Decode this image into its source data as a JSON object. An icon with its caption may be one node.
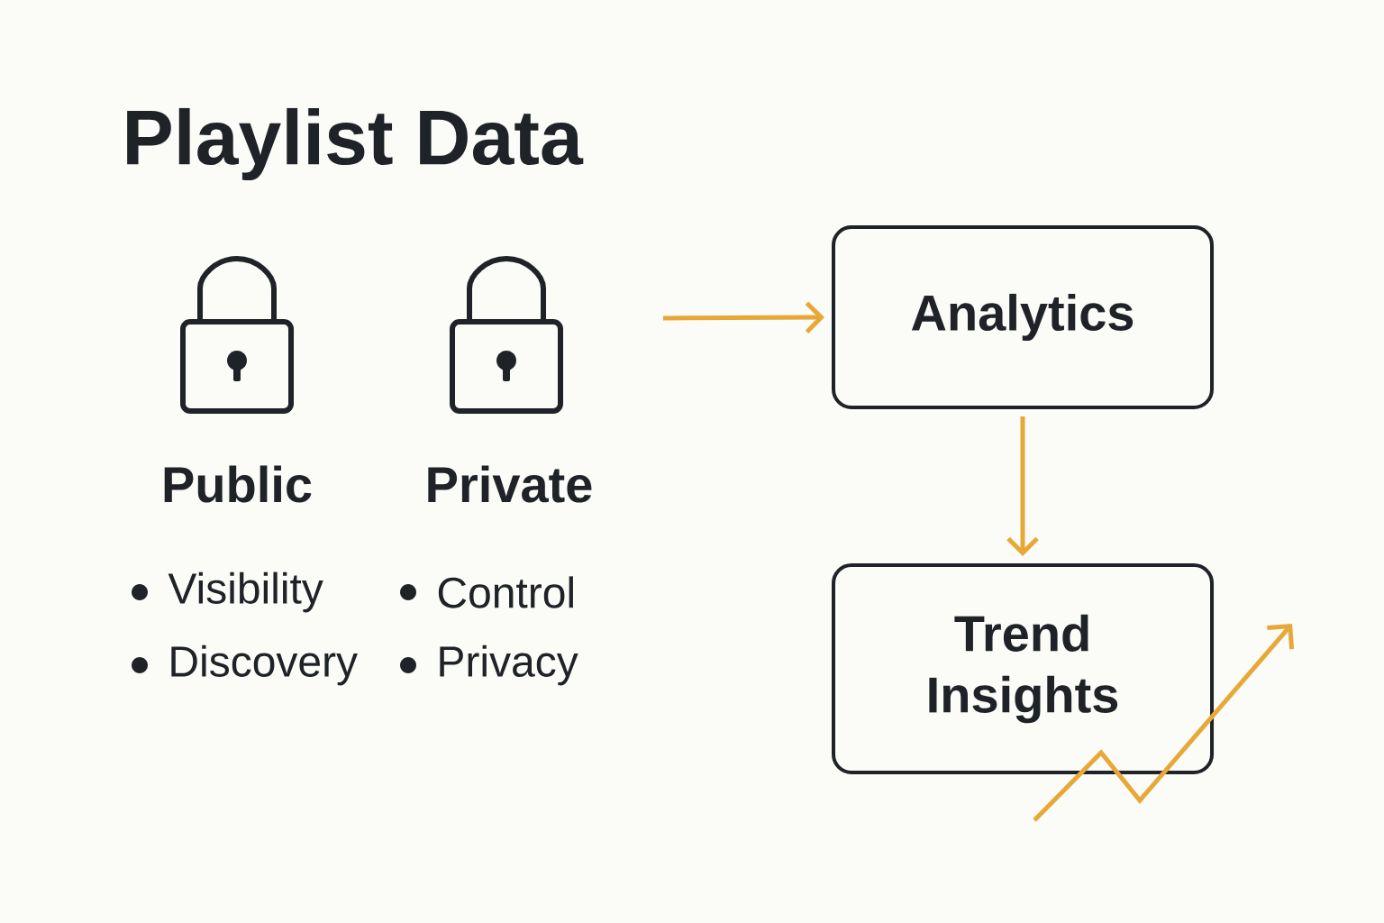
{
  "diagram": {
    "title": "Playlist Data",
    "nodes": [
      {
        "text": [
          "Analytics"
        ]
      },
      {
        "text": [
          "Trend Insights"
        ]
      }
    ],
    "edges": [
      {
        "from": null,
        "to": 0,
        "arrow": "to"
      },
      {
        "from": 0,
        "to": 1,
        "arrow": "to"
      }
    ],
    "labels": [
      "Public",
      "Private",
      "Visibility",
      "Control",
      "Discovery",
      "Privacy"
    ]
  }
}
